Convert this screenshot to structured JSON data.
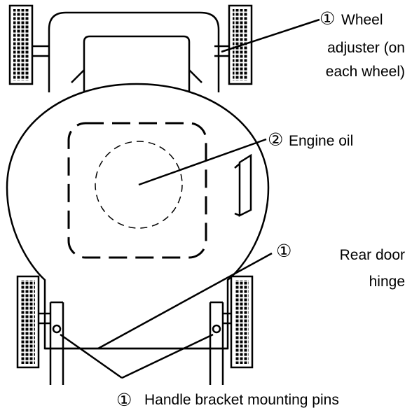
{
  "labels": {
    "wheel_adjuster": {
      "number": "①",
      "lines": [
        "Wheel",
        "adjuster (on",
        "each wheel)"
      ]
    },
    "engine_oil": {
      "number": "②",
      "text": "Engine oil"
    },
    "rear_door_hinge": {
      "number": "①",
      "lines": [
        "Rear door",
        "hinge"
      ]
    },
    "handle_bracket_pins": {
      "number": "①",
      "text": "Handle bracket mounting pins"
    }
  },
  "colors": {
    "ink": "#000000",
    "background": "#ffffff"
  }
}
